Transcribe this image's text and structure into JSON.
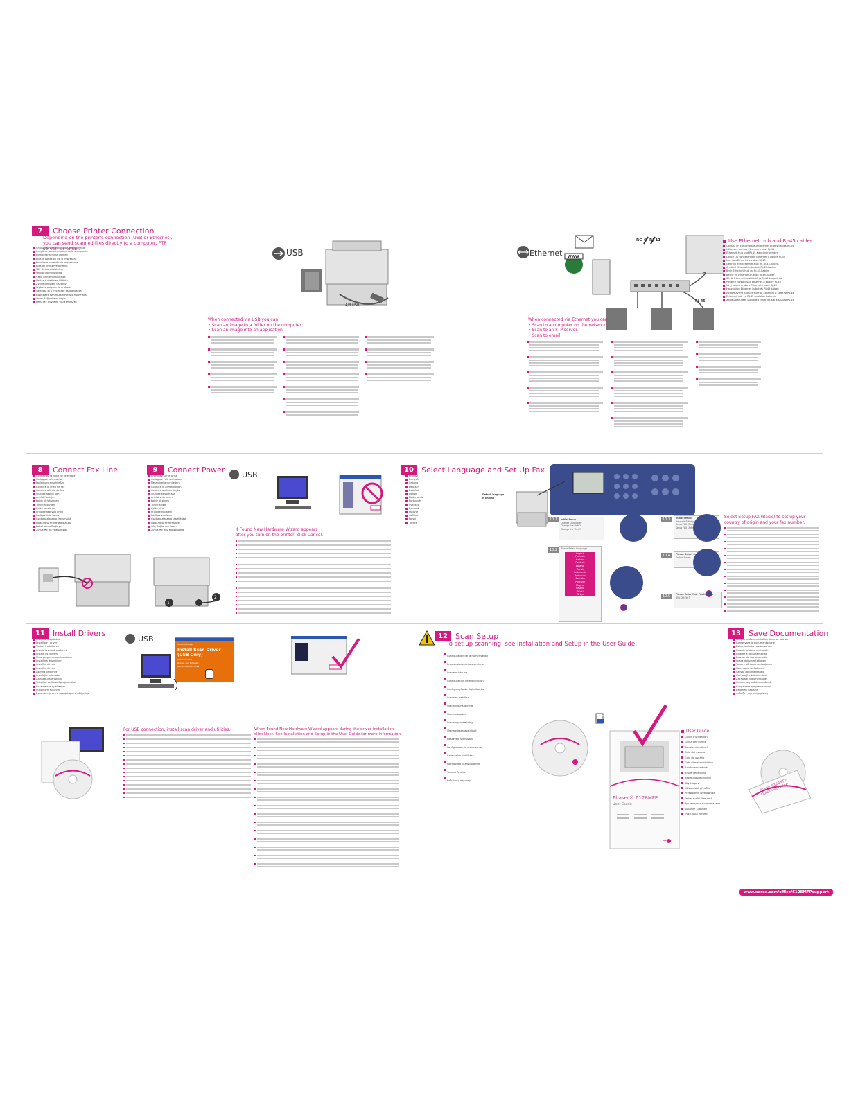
{
  "s7": {
    "num": "7",
    "title": "Choose Printer Connection",
    "subtitle": "Depending on the printer's connection (USB or Ethernet), you can send scanned files directly to a computer, FTP server, or email.",
    "usb_label": "USB",
    "ab_usb": "A/B USB",
    "ethernet_label": "Ethernet",
    "rg6": "RG-6",
    "rj11": "RJ-11",
    "rj45": "RJ-45",
    "www": "WWW",
    "usb_callout": [
      "When connected via USB you can",
      "• Scan an image to a folder on the computer.",
      "• Scan an image into an application"
    ],
    "eth_callout": [
      "When connected via Ethernet you can",
      "• Scan to a computer on the network.",
      "• Scan to an FTP server.",
      "• Scan to email."
    ],
    "hub_title": "Use Ethernet hub and RJ-45 cables",
    "left_items": [
      "Choisissez une connexion d'imprimante",
      "Scegliere la connessione della stampante",
      "Druckeranschluss wählen",
      "Elija la conexión de la impresora",
      "Escolha a conexão da impressora",
      "Kies de printerverbinding",
      "Välj skrivaranslutning",
      "Velg printertilkobling",
      "Vælg printerforbindelse",
      "Valitse tulostimen liitäntä",
      "Zvolte připojení tiskárny",
      "Wybierz połączenie drukarki",
      "Válassza ki a nyomtató csatlakozását",
      "Выберите тип подключения принтера",
      "Yazıcı Bağlantısını Seçin",
      "Επιλέξτε σύνδεση του εκτυπωτή"
    ],
    "hub_items": [
      "Utilisez un concentrateur Ethernet et des câbles RJ-45",
      "Utilizzare un hub Ethernet e cavi RJ-45",
      "Ethernet-Hub und RJ-45-Kabel verwenden",
      "Utilice un concentrador Ethernet y cables RJ-45",
      "Use hub Ethernet e cabos RJ-45",
      "Gebruik een Ethernet-hub en RJ-45-kabels",
      "Använd Ethernet-hubb och RJ-45-kablar",
      "Bruk Ethernet-hub og RJ-45-kabler",
      "Benyt en Ethernet-hub og RJ-45-kabler",
      "Käytä Ethernet-keskitintä ja RJ-45-kaapeleita",
      "Použijte rozbočovač Ethernet a kabely RJ-45",
      "Użyj koncentratora Ethernet i kabli RJ-45",
      "Használjon Ethernet hubot és RJ-45 kábelt",
      "Используйте концентратор Ethernet и кабели RJ-45",
      "Ethernet hub ve RJ-45 kabloları kullanın",
      "Χρησιμοποιήστε διανομέα Ethernet και καλώδια RJ-45"
    ]
  },
  "s8": {
    "num": "8",
    "title": "Connect Fax Line",
    "items": [
      "Connectez la ligne de télécopie",
      "Collegare la linea fax",
      "Faxleitung anschließen",
      "Conecte la línea de fax",
      "Conecte a linha de fax",
      "Sluit de faxlijn aan",
      "Anslut faxlinjen",
      "Koble til fakslinjen",
      "Tilslut faxlinjen",
      "Kytke faksilinja",
      "Připojte faxovou linku",
      "Podłącz linię faksu",
      "Csatlakoztassa a faxvonalat",
      "Подключите линию факса",
      "Faks Hattını Bağlayın",
      "Συνδέστε τη γραμμή φαξ"
    ]
  },
  "s9": {
    "num": "9",
    "title": "Connect Power",
    "usb_label": "USB",
    "callout": [
      "If Found New Hardware Wizard appears",
      "after you turn on the printer, click Cancel."
    ],
    "items": [
      "Branchez sur la prise",
      "Collegare l'alimentazione",
      "Netzkabel anschließen",
      "Conecte la alimentación",
      "Conecte a alimentação",
      "Sluit de stroom aan",
      "Anslut strömmen",
      "Koble til strøm",
      "Tilslut strøm",
      "Kytke virta",
      "Připojte napájení",
      "Podłącz zasilanie",
      "Csatlakoztassa a tápellátást",
      "Подключите питание",
      "Güç Bağlantısı Yapın",
      "Συνδέστε την τροφοδοσία"
    ]
  },
  "s10": {
    "num": "10",
    "title": "Select Language and Set Up Fax",
    "default_lang": [
      "Default language",
      "is English"
    ],
    "step1": "10.1",
    "step2": "10.2",
    "step3": "10.3",
    "step4": "10.4",
    "step5": "10.5",
    "panel1": [
      "Initial Setup",
      "Change Language?",
      "Change the Date?",
      "Change the Time?"
    ],
    "panel2_title": "Please Select Language",
    "languages": [
      "English",
      "Français",
      "Italiano",
      "Deutsch",
      "Español",
      "Dansk",
      "Nederlands",
      "Português",
      "Svenska",
      "Русский",
      "Magyar",
      "Čeština",
      "Polski",
      "Türkçe"
    ],
    "panel3": [
      "Initial Setup:",
      "Network Setting",
      "Setup FAX (Basic)?",
      "Setup FAX (Advanced)?"
    ],
    "panel4": [
      "Please Select Country",
      "United States"
    ],
    "panel5": [
      "Please Enter Your Fax Number",
      "5551234567"
    ],
    "callout": [
      "Select Setup FAX (Basic) to set up your",
      "country of origin and your fax number."
    ]
  },
  "s11": {
    "num": "11",
    "title": "Install Drivers",
    "usb_label": "USB",
    "installer": [
      "Installer Driver",
      "Install Scan Driver (USB Only)",
      "Install Drivers",
      "Guides and Tutorials",
      "Recommended Links"
    ],
    "callout": "For USB connection, install scan driver and utilities.",
    "callout2": [
      "When Found New Hardware Wizard appears during the driver installation,",
      "click Next. See Installation and Setup in the User Guide for more information."
    ],
    "items": [
      "Installez les pilotes",
      "Installare i driver",
      "Treiber installieren",
      "Instale los controladores",
      "Instale os drivers",
      "Stuurprogramma's installeren",
      "Installera drivrutiner",
      "Installer drivere",
      "Installer drivere",
      "Asenna ohjaimet",
      "Instalujte ovladače",
      "Zainstaluj sterowniki",
      "Telepítse az illesztőprogramokat",
      "Установите драйверы",
      "Sürücüleri Yükleyin",
      "Εγκαταστήστε τα προγράμματα οδήγησης"
    ]
  },
  "s12": {
    "num": "12",
    "title": "Scan Setup",
    "subtitle": "To set up scanning, see Installation and Setup in the User Guide.",
    "items": [
      "Configuration de la numérisation",
      "Impostazione della scansione",
      "Scaneinrichtung",
      "Configuración de exploración",
      "Configuração da digitalização",
      "Scannen instellen",
      "Skanningsinställning",
      "Skanneroppsett",
      "Scanningsopsætning",
      "Skannauksen asetukset",
      "Nastavení skenování",
      "Konfigurowanie skanowania",
      "Szkennelés beállítása",
      "Настройка сканирования",
      "Tarama Ayarları",
      "Ρυθμίσεις σάρωσης"
    ]
  },
  "s13": {
    "num": "13",
    "title": "Save Documentation",
    "url": "www.xerox.com/office/6128MFPsupport",
    "items": [
      "Rangez la documentation dans un lieu sûr",
      "Conservare la documentazione",
      "Dokumentation aufbewahren",
      "Guarde la documentación",
      "Guarde a documentação",
      "Bewaar de documentatie",
      "Spara dokumentationen",
      "Ta vare på dokumentasjonen",
      "Gem dokumentationen",
      "Säilytä dokumentaatio",
      "Uschovejte dokumentaci",
      "Zachowaj dokumentację",
      "Őrizze meg a dokumentációt",
      "Сохраните документацию",
      "Belgeleri Saklayın",
      "Φυλάξτε την τεκμηρίωση"
    ]
  },
  "guide": {
    "title": "User Guide",
    "model": "Phaser® 6128MFP",
    "subtitle": "User Guide",
    "brand": "XEROX",
    "langs": [
      "Guide d'utilisation",
      "Guida dell'utente",
      "Benutzerhandbuch",
      "Guía del usuario",
      "Guia do usuário",
      "Gebruikershandleiding",
      "Användarhandbok",
      "Brukerveiledning",
      "Betjeningsvejledning",
      "Käyttöopas",
      "Uživatelská příručka",
      "Przewodnik użytkownika",
      "Felhasználói útmutató",
      "Руководство пользователя",
      "Kullanım Kılavuzu",
      "Εγχειρίδιο χρήσης"
    ],
    "pdf": "PDF",
    "quick": [
      "Phaser 6128MFP",
      "Quick Use Guide"
    ]
  },
  "colors": {
    "accent": "#d6197e",
    "panel": "#3a4c8c"
  }
}
